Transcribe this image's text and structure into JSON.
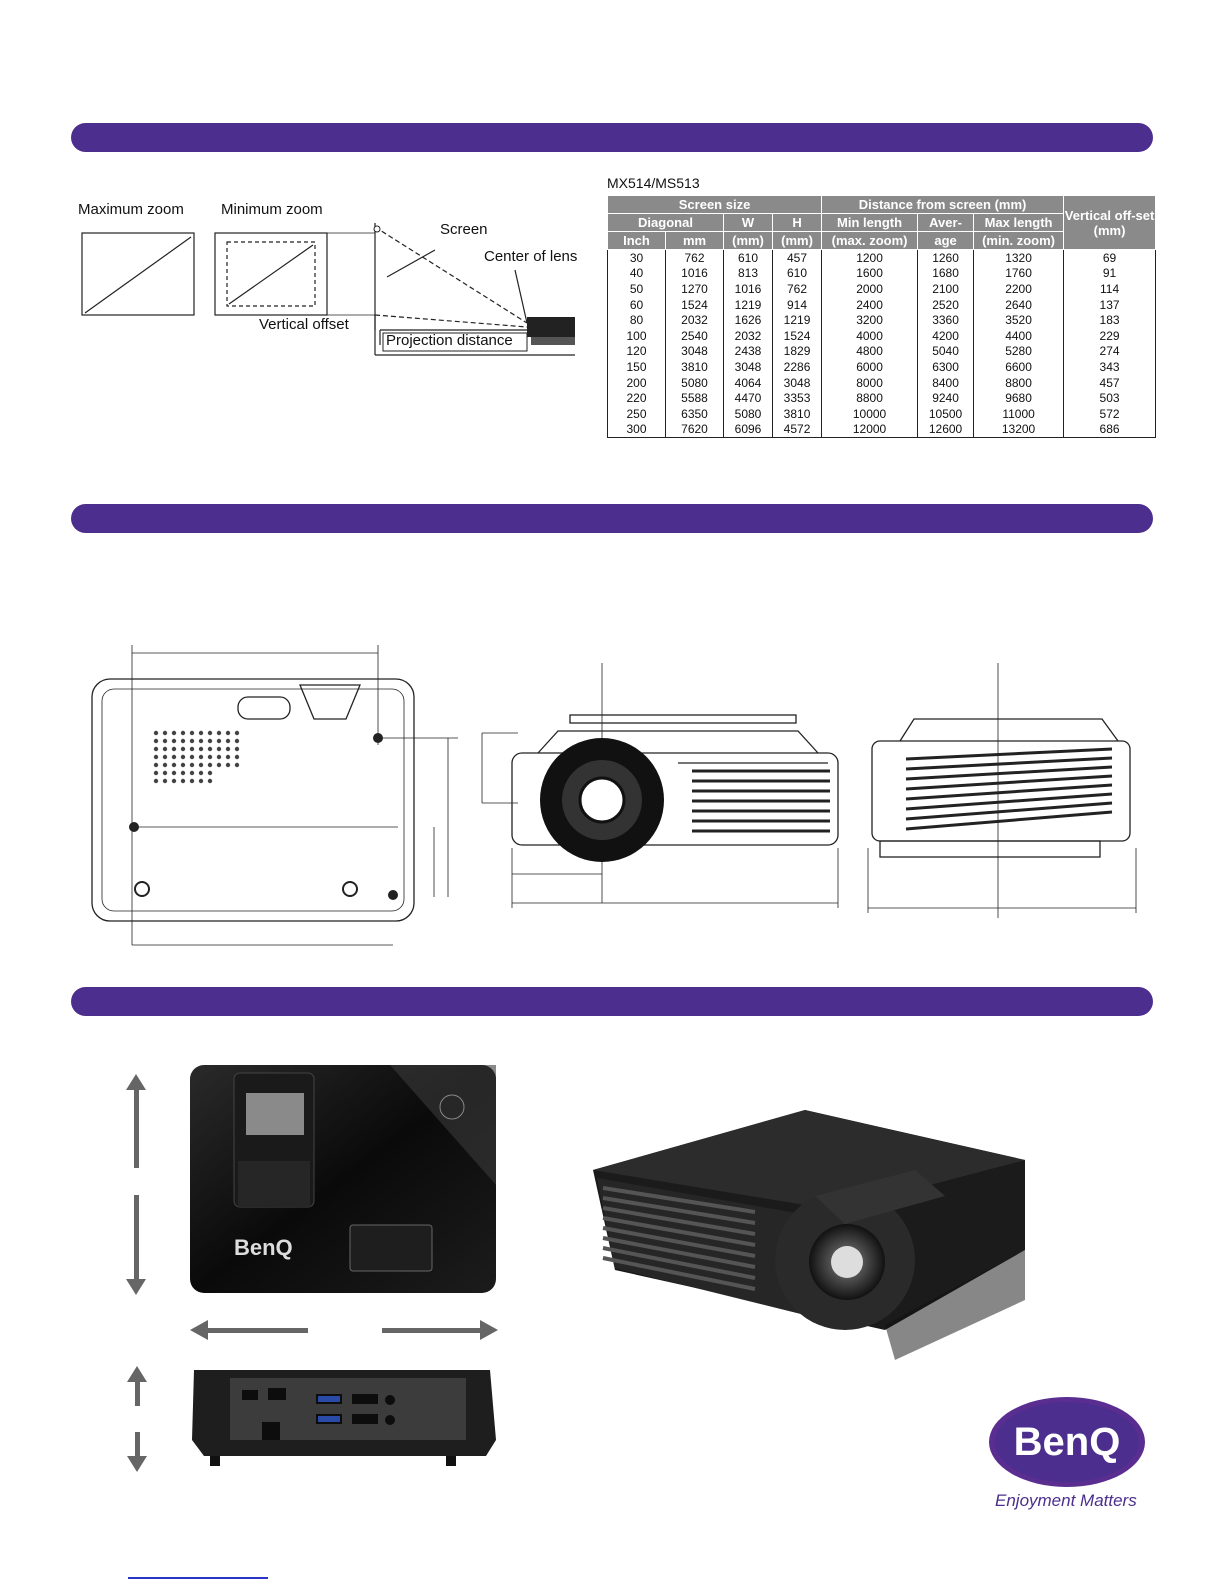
{
  "diagram": {
    "maximum_zoom": "Maximum zoom",
    "minimum_zoom": "Minimum zoom",
    "screen": "Screen",
    "center_of_lens": "Center of lens",
    "vertical_offset": "Vertical offset",
    "projection_distance": "Projection distance"
  },
  "table": {
    "model": "MX514/MS513",
    "header_row1": [
      "Screen size",
      "Distance from screen (mm)",
      "Vertical off-set (mm)"
    ],
    "header_row2": [
      "Diagonal",
      "W",
      "H",
      "Min length",
      "Aver-",
      "Max length"
    ],
    "header_row3": [
      "Inch",
      "mm",
      "(mm)",
      "(mm)",
      "(max. zoom)",
      "age",
      "(min. zoom)"
    ],
    "rows": [
      [
        "30",
        "762",
        "610",
        "457",
        "1200",
        "1260",
        "1320",
        "69"
      ],
      [
        "40",
        "1016",
        "813",
        "610",
        "1600",
        "1680",
        "1760",
        "91"
      ],
      [
        "50",
        "1270",
        "1016",
        "762",
        "2000",
        "2100",
        "2200",
        "114"
      ],
      [
        "60",
        "1524",
        "1219",
        "914",
        "2400",
        "2520",
        "2640",
        "137"
      ],
      [
        "80",
        "2032",
        "1626",
        "1219",
        "3200",
        "3360",
        "3520",
        "183"
      ],
      [
        "100",
        "2540",
        "2032",
        "1524",
        "4000",
        "4200",
        "4400",
        "229"
      ],
      [
        "120",
        "3048",
        "2438",
        "1829",
        "4800",
        "5040",
        "5280",
        "274"
      ],
      [
        "150",
        "3810",
        "3048",
        "2286",
        "6000",
        "6300",
        "6600",
        "343"
      ],
      [
        "200",
        "5080",
        "4064",
        "3048",
        "8000",
        "8400",
        "8800",
        "457"
      ],
      [
        "220",
        "5588",
        "4470",
        "3353",
        "8800",
        "9240",
        "9680",
        "503"
      ],
      [
        "250",
        "6350",
        "5080",
        "3810",
        "10000",
        "10500",
        "11000",
        "572"
      ],
      [
        "300",
        "7620",
        "6096",
        "4572",
        "12000",
        "12600",
        "13200",
        "686"
      ]
    ]
  },
  "brand": {
    "logo_text": "BenQ",
    "tagline": "Enjoyment Matters",
    "accent_color": "#4b2e8d"
  },
  "icons": [
    "arrow-up-icon",
    "arrow-down-icon",
    "arrow-left-icon",
    "arrow-right-icon"
  ]
}
